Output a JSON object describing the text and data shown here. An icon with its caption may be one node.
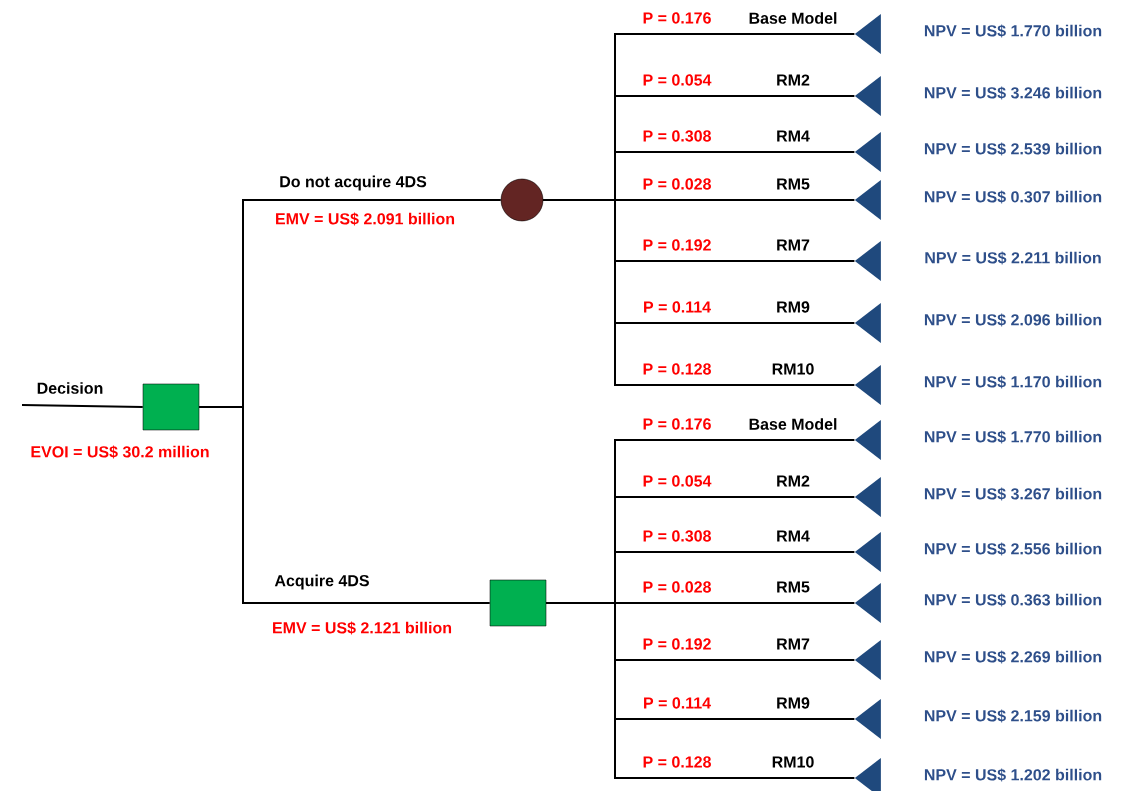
{
  "diagram": {
    "nodes": [
      {
        "text": [],
        "shape": "box",
        "beside": [
          "EVOI = US$ 30.2 million"
        ]
      },
      {
        "text": [],
        "shape": "circle",
        "beside": [
          "EMV = US$ 2.091 billion"
        ]
      },
      {
        "text": [],
        "shape": "box",
        "beside": [
          "EMV = US$ 2.121 billion"
        ]
      },
      {
        "text": [],
        "shape": "triangle",
        "beside": [
          "NPV = US$ 1.770 billion"
        ]
      },
      {
        "text": [],
        "shape": "triangle",
        "beside": [
          "NPV = US$ 3.246 billion"
        ]
      },
      {
        "text": [],
        "shape": "triangle",
        "beside": [
          "NPV = US$ 2.539 billion"
        ]
      },
      {
        "text": [],
        "shape": "triangle",
        "beside": [
          "NPV = US$ 0.307 billion"
        ]
      },
      {
        "text": [],
        "shape": "triangle",
        "beside": [
          "NPV = US$ 2.211 billion"
        ]
      },
      {
        "text": [],
        "shape": "triangle",
        "beside": [
          "NPV = US$ 2.096 billion"
        ]
      },
      {
        "text": [],
        "shape": "triangle",
        "beside": [
          "NPV = US$ 1.170 billion"
        ]
      },
      {
        "text": [],
        "shape": "triangle",
        "beside": [
          "NPV = US$ 1.770 billion"
        ]
      },
      {
        "text": [],
        "shape": "triangle",
        "beside": [
          "NPV = US$ 3.267 billion"
        ]
      },
      {
        "text": [],
        "shape": "triangle",
        "beside": [
          "NPV = US$ 2.556 billion"
        ]
      },
      {
        "text": [],
        "shape": "triangle",
        "beside": [
          "NPV = US$ 0.363 billion"
        ]
      },
      {
        "text": [],
        "shape": "triangle",
        "beside": [
          "NPV = US$ 2.269 billion"
        ]
      },
      {
        "text": [],
        "shape": "triangle",
        "beside": [
          "NPV = US$ 2.159 billion"
        ]
      },
      {
        "text": [],
        "shape": "triangle",
        "beside": [
          "NPV = US$ 1.202 billion"
        ]
      }
    ],
    "edges": [
      {
        "from": null,
        "to": 0,
        "arrow": "none",
        "label": "Decision"
      },
      {
        "from": 0,
        "to": 1,
        "arrow": "none",
        "label": "Do not acquire 4DS"
      },
      {
        "from": 0,
        "to": 2,
        "arrow": "none",
        "label": "Acquire 4DS"
      },
      {
        "from": 1,
        "to": 3,
        "arrow": "none",
        "label": "Base Model"
      },
      {
        "from": 1,
        "to": 4,
        "arrow": "none",
        "label": "RM2"
      },
      {
        "from": 1,
        "to": 5,
        "arrow": "none",
        "label": "RM4"
      },
      {
        "from": 1,
        "to": 6,
        "arrow": "none",
        "label": "RM5"
      },
      {
        "from": 1,
        "to": 7,
        "arrow": "none",
        "label": "RM7"
      },
      {
        "from": 1,
        "to": 8,
        "arrow": "none",
        "label": "RM9"
      },
      {
        "from": 1,
        "to": 9,
        "arrow": "none",
        "label": "RM10"
      },
      {
        "from": 2,
        "to": 10,
        "arrow": "none",
        "label": "Base Model"
      },
      {
        "from": 2,
        "to": 11,
        "arrow": "none",
        "label": "RM2"
      },
      {
        "from": 2,
        "to": 12,
        "arrow": "none",
        "label": "RM4"
      },
      {
        "from": 2,
        "to": 13,
        "arrow": "none",
        "label": "RM5"
      },
      {
        "from": 2,
        "to": 14,
        "arrow": "none",
        "label": "RM7"
      },
      {
        "from": 2,
        "to": 15,
        "arrow": "none",
        "label": "RM9"
      },
      {
        "from": 2,
        "to": 16,
        "arrow": "none",
        "label": "RM10"
      }
    ],
    "labels": [
      "P = 0.176",
      "P = 0.054",
      "P = 0.308",
      "P = 0.028",
      "P = 0.192",
      "P = 0.114",
      "P = 0.128",
      "P = 0.176",
      "P = 0.054",
      "P = 0.308",
      "P = 0.028",
      "P = 0.192",
      "P = 0.114",
      "P = 0.128"
    ]
  }
}
